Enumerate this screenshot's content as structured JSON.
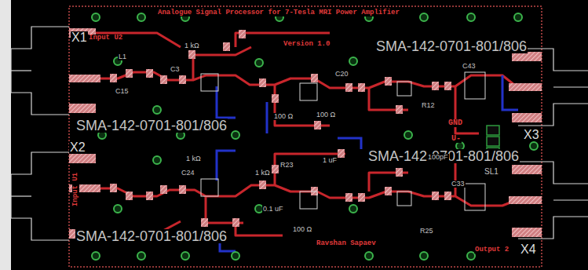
{
  "diagram": {
    "title": "Analogue Signal Processor for 7-Tesla MRI Power Amplifier",
    "labels": [
      "X1",
      "Input U2",
      "SMA-142-0701-801/806",
      "SMA-142-0701-801/806",
      "X2",
      "SMA-142-0701-801/806",
      "X3",
      "GND",
      "U-",
      "SL1",
      "SMA-142-0701-801/806",
      "X4",
      "Output 2",
      "Ravshan Sapaev",
      "Version 1.0",
      "Input U1",
      "1 kΩ",
      "L1",
      "C3",
      "100 Ω",
      "100 Ω",
      "100 Ω",
      "1 kΩ",
      "1 kΩ",
      "R12",
      "R25",
      "C33",
      "C43",
      "C15",
      "C24",
      "1 uF",
      "100pF",
      "0.1 uF",
      "C20",
      "R23"
    ]
  }
}
